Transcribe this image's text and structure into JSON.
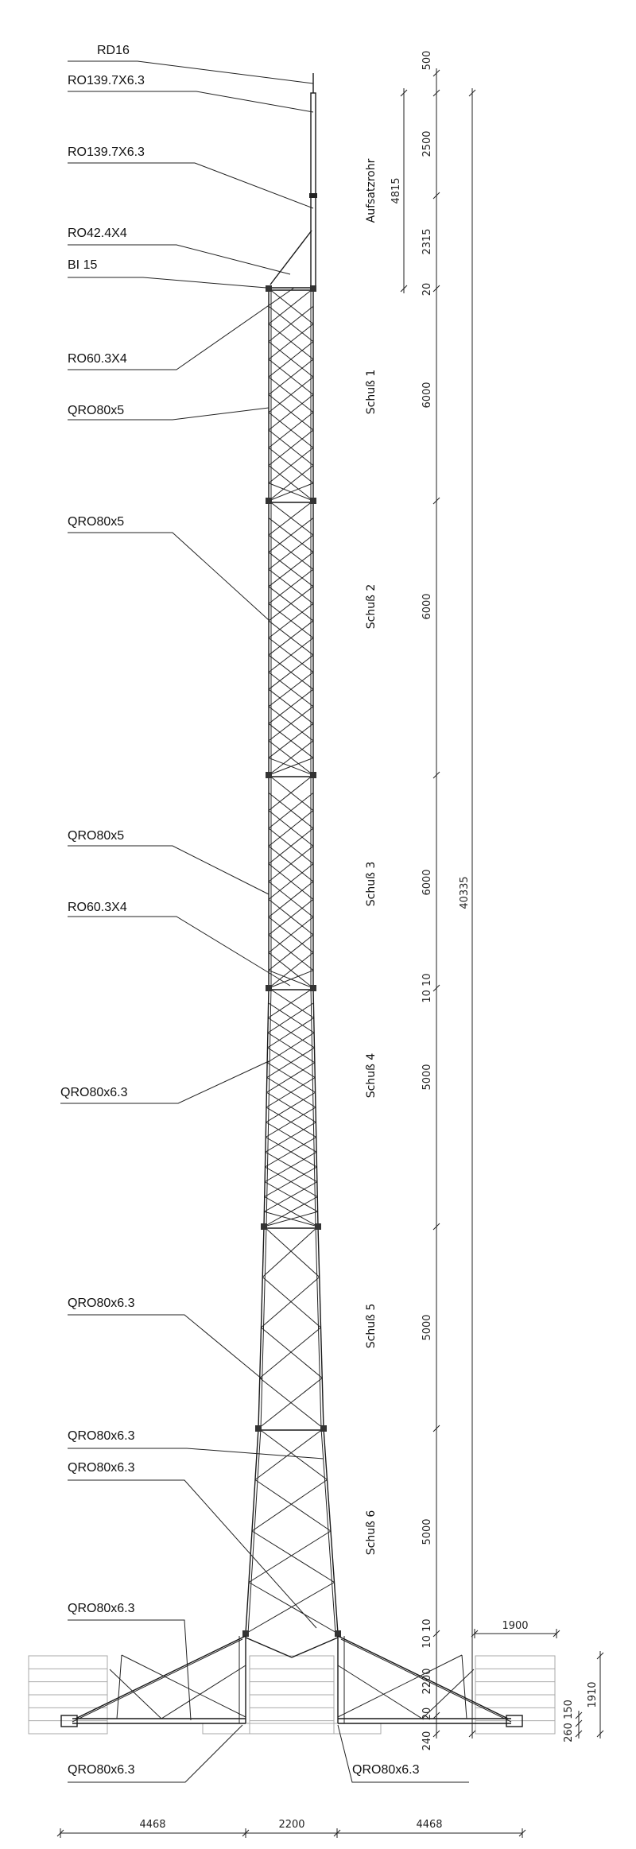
{
  "labels": [
    "RD16",
    "RO139.7X6.3",
    "RO139.7X6.3",
    "RO42.4X4",
    "BI 15",
    "RO60.3X4",
    "QRO80x5",
    "QRO80x5",
    "QRO80x5",
    "RO60.3X4",
    "QRO80x6.3",
    "QRO80x6.3",
    "QRO80x6.3",
    "QRO80x6.3",
    "QRO80x6.3",
    "QRO80x6.3",
    "QRO80x6.3"
  ],
  "sections": [
    "Aufsatzrohr",
    "Schuß 1",
    "Schuß 2",
    "Schuß 3",
    "Schuß 4",
    "Schuß 5",
    "Schuß 6"
  ],
  "dimensions": {
    "chain": [
      "500",
      "2500",
      "2315",
      "20",
      "6000",
      "6000",
      "6000",
      "10 10",
      "5000",
      "5000",
      "5000",
      "10 10",
      "2200",
      "20",
      "240"
    ],
    "aufsatz_total": "4815",
    "total_height": "40335",
    "outrigger_width": "1900",
    "foundation_height": "1910",
    "small_right": "260 150",
    "base_left": "4468",
    "base_center": "2200",
    "base_right": "4468"
  }
}
